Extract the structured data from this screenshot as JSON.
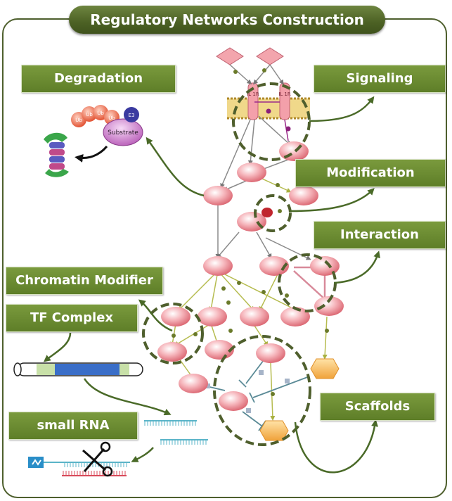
{
  "title": "Regulatory Networks Construction",
  "labels": {
    "degradation": "Degradation",
    "signaling": "Signaling",
    "modification": "Modification",
    "interaction": "Interaction",
    "chromatin_modifier": "Chromatin Modifier",
    "tf_complex": "TF Complex",
    "scaffolds": "Scaffolds",
    "small_rna": "small RNA"
  },
  "molecule_text": {
    "substrate": "Substrate",
    "ub": "Ub",
    "e3": "E3",
    "il1r": "IL 1R"
  },
  "colors": {
    "label_green": "#6a8a30",
    "title_green": "#4c6124",
    "node_fill": "#f2a0a8",
    "circle_dash": "#4f5f2d",
    "arrow_green": "#4a6a28"
  }
}
